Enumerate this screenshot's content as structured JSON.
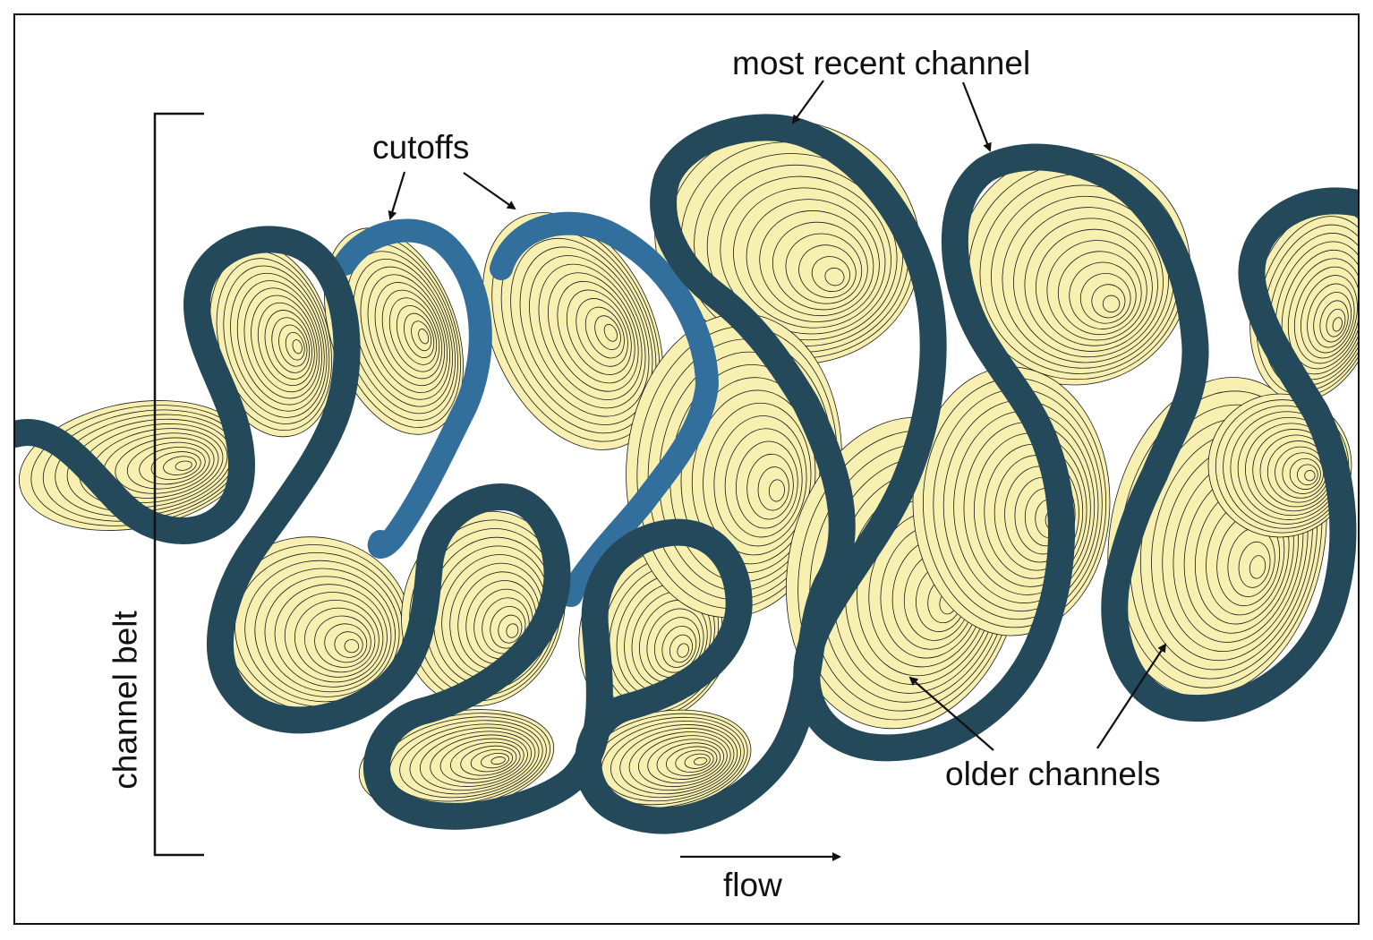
{
  "labels": {
    "most_recent": "most recent channel",
    "cutoffs": "cutoffs",
    "older": "older channels",
    "flow": "flow",
    "channel_belt": "channel belt"
  },
  "colors": {
    "point_bar_fill": "#f8f0b0",
    "scroll_line": "#1a1a1a",
    "recent_channel": "#24495a",
    "cutoff_channel": "#336f9c",
    "text": "#111111"
  },
  "icons": [
    "arrow-icon",
    "bracket-icon"
  ]
}
